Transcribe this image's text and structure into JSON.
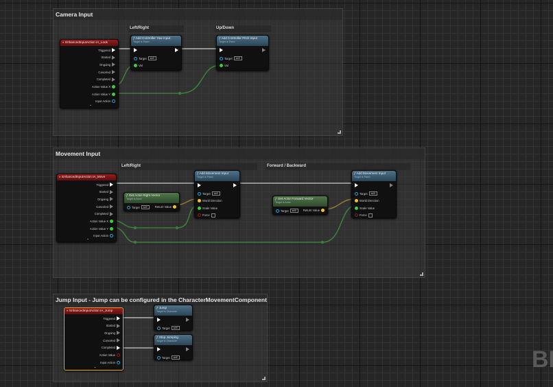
{
  "comments": [
    {
      "id": "camera",
      "title": "Camera Input"
    },
    {
      "id": "movement",
      "title": "Movement Input"
    },
    {
      "id": "jump",
      "title": "Jump Input - Jump can be configured in the CharacterMovementComponent"
    }
  ],
  "subcomments": [
    {
      "id": "cam-lr",
      "title": "Left/Right"
    },
    {
      "id": "cam-ud",
      "title": "Up/Down"
    },
    {
      "id": "mov-lr",
      "title": "Left/Right"
    },
    {
      "id": "mov-fb",
      "title": "Forward / Backward"
    }
  ],
  "nodes": {
    "look": {
      "title": "EnhancedInputAction IA_Look",
      "pins": [
        "Triggered",
        "Started",
        "Ongoing",
        "Canceled",
        "Completed",
        "Action Value X",
        "Action Value Y",
        "Input Action"
      ]
    },
    "yaw": {
      "title": "Add Controller Yaw Input",
      "subtitle": "Target is Pawn",
      "pins": [
        "Target",
        "Val"
      ],
      "self": "self"
    },
    "pitch": {
      "title": "Add Controller Pitch Input",
      "subtitle": "Target is Pawn",
      "pins": [
        "Target",
        "Val"
      ],
      "self": "self"
    },
    "move": {
      "title": "EnhancedInputAction IA_Move",
      "pins": [
        "Triggered",
        "Started",
        "Ongoing",
        "Canceled",
        "Completed",
        "Action Value X",
        "Action Value Y",
        "Input Action"
      ]
    },
    "right": {
      "title": "Get Actor Right Vector",
      "subtitle": "Target is Actor",
      "pins": [
        "Target",
        "Return Value"
      ],
      "self": "self"
    },
    "addmove1": {
      "title": "Add Movement Input",
      "subtitle": "Target is Pawn",
      "pins": [
        "Target",
        "World Direction",
        "Scale Value",
        "Force"
      ],
      "self": "self"
    },
    "forward": {
      "title": "Get Actor Forward Vector",
      "subtitle": "Target is Actor",
      "pins": [
        "Target",
        "Return Value"
      ],
      "self": "self"
    },
    "addmove2": {
      "title": "Add Movement Input",
      "subtitle": "Target is Pawn",
      "pins": [
        "Target",
        "World Direction",
        "Scale Value",
        "Force"
      ],
      "self": "self"
    },
    "jumpev": {
      "title": "EnhancedInputAction IA_Jump",
      "pins": [
        "Triggered",
        "Started",
        "Ongoing",
        "Canceled",
        "Completed",
        "Action Value",
        "Input Action"
      ]
    },
    "jump": {
      "title": "Jump",
      "subtitle": "Target is Character",
      "pins": [
        "Target"
      ],
      "self": "self"
    },
    "stopjump": {
      "title": "Stop Jumping",
      "subtitle": "Target is Character",
      "pins": [
        "Target"
      ],
      "self": "self"
    }
  },
  "colors": {
    "exec": "#ffffff",
    "float": "#3ecf3e",
    "vector": "#f5c02a",
    "object": "#2aa4e0",
    "bool": "#8a1a1a",
    "event_header": "#9b1c1c",
    "function_header": "#4d7189",
    "pure_header": "#52764c",
    "selection": "#e8a52a"
  },
  "watermark": "BLUEPRINT"
}
